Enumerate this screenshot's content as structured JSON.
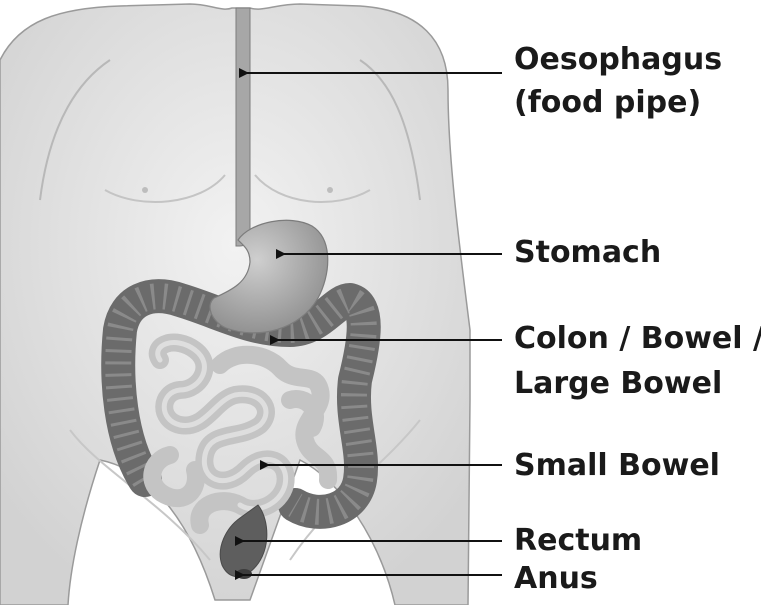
{
  "labels": {
    "oesophagus": "Oesophagus",
    "oesophagus_sub": "(food pipe)",
    "stomach": "Stomach",
    "colon_line1": "Colon / Bowel /",
    "colon_line2": "Large Bowel",
    "small_bowel": "Small Bowel",
    "rectum": "Rectum",
    "anus": "Anus"
  },
  "colors": {
    "background": "#ffffff",
    "body_fill": "#e6e6e6",
    "body_outline": "#9a9a9a",
    "large_bowel": "#6b6b6b",
    "small_bowel": "#c4c4c4",
    "stomach": "#b3b3b3",
    "oesophagus": "#a7a7a7",
    "leader_line": "#111111"
  }
}
